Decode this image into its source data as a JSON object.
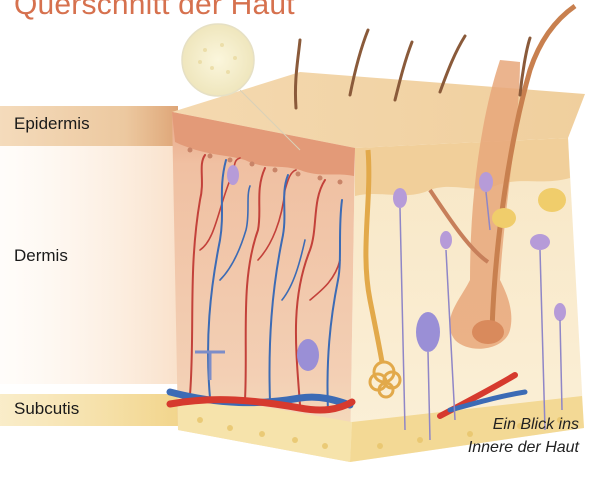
{
  "title": "Querschnitt der Haut",
  "labels": {
    "epidermis": "Epidermis",
    "dermis": "Dermis",
    "subcutis": "Subcutis"
  },
  "caption": {
    "line1": "Ein Blick ins",
    "line2": "Innere der Haut"
  },
  "colors": {
    "title": "#d6714e",
    "epidermis_band": "#e9bf8f",
    "dermis": "#f4d2b4",
    "subcutis": "#f7e7b6",
    "artery": "#d63a2e",
    "vein": "#3c6bb5",
    "hair": "#8a5a3a",
    "gland": "#b69bd8"
  }
}
